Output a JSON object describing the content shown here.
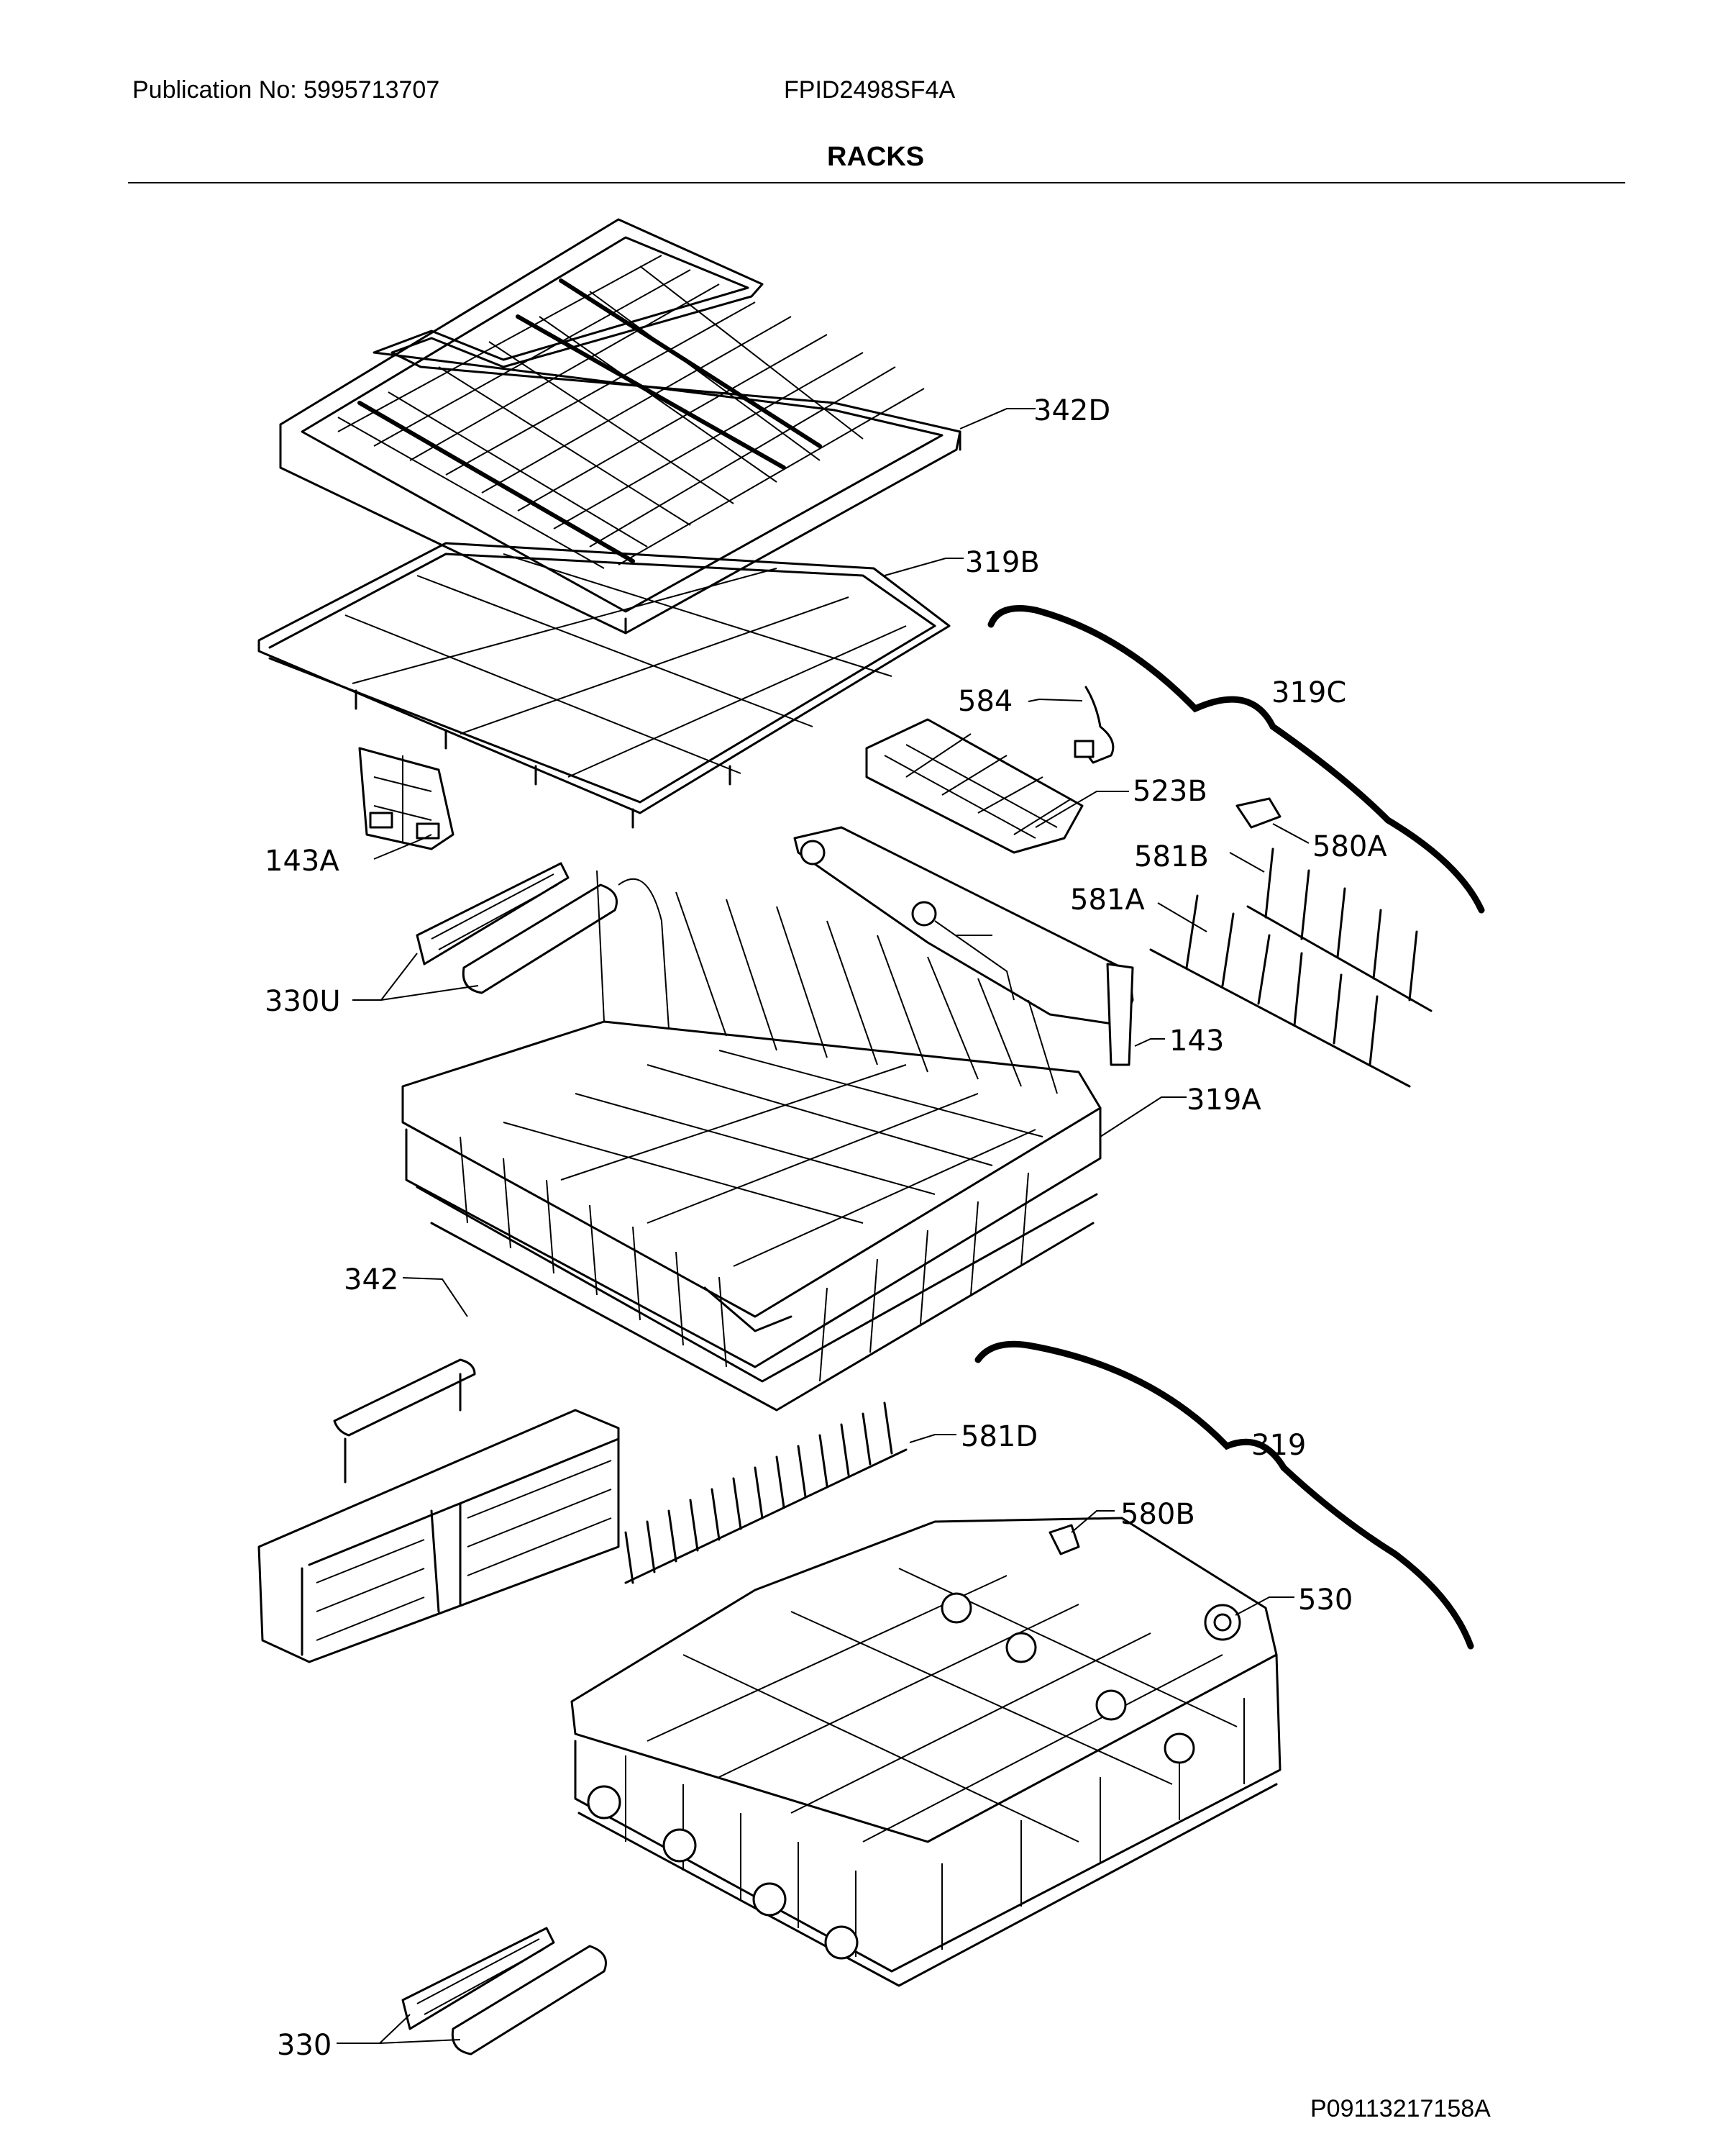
{
  "header": {
    "publication": "Publication No: 5995713707",
    "model": "FPID2498SF4A",
    "title": "RACKS"
  },
  "footer": {
    "code": "P09113217158A"
  },
  "callouts": {
    "c342D": "342D",
    "c319B": "319B",
    "c319C": "319C",
    "c584": "584",
    "c523B": "523B",
    "c580A": "580A",
    "c581B": "581B",
    "c581A": "581A",
    "c143A": "143A",
    "c330U": "330U",
    "c143": "143",
    "c319A": "319A",
    "c342": "342",
    "c581D": "581D",
    "c319": "319",
    "c580B": "580B",
    "c530": "530",
    "c330": "330"
  }
}
